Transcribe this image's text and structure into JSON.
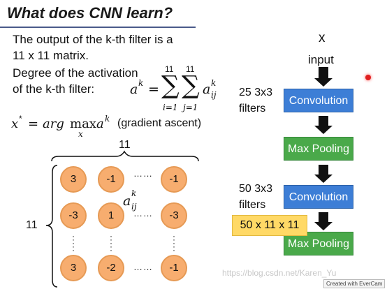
{
  "title": "What does CNN learn?",
  "left": {
    "line1": "The output of the k-th filter is a",
    "line2": "11 x 11 matrix.",
    "line3": "Degree of the activation",
    "line4": "of the k-th filter:",
    "formula_activation": {
      "lhs": "a",
      "lhs_sup": "k",
      "eq": "=",
      "sum_top_1": "11",
      "sum_bottom_1": "i=1",
      "sum_top_2": "11",
      "sum_bottom_2": "j=1",
      "term": "a",
      "term_sup": "k",
      "term_sub": "ij"
    },
    "formula_argmax": {
      "lhs": "x",
      "lhs_sup": "*",
      "eq": "=",
      "arg": "arg",
      "max": "max",
      "max_sub": "x",
      "a": "a",
      "a_sup": "k",
      "note": "(gradient ascent)"
    },
    "matrix": {
      "top_label": "11",
      "side_label": "11",
      "row1": [
        "3",
        "-1",
        "-1"
      ],
      "row2": [
        "-3",
        "1",
        "-3"
      ],
      "row3": [
        "3",
        "-2",
        "-1"
      ],
      "h_dots": "……",
      "aij": "a",
      "aij_sup": "k",
      "aij_sub": "ij"
    }
  },
  "right": {
    "input_var": "x",
    "input_label": "input",
    "filters1": "25 3x3",
    "filters1b": "filters",
    "conv1": "Convolution",
    "pool1": "Max Pooling",
    "filters2": "50 3x3",
    "filters2b": "filters",
    "conv2": "Convolution",
    "dim_badge": "50 x 11 x 11",
    "pool2": "Max Pooling"
  },
  "watermark": "https://blog.csdn.net/Karen_Yu",
  "evercam": "Created with EverCam",
  "colors": {
    "conv": "#3d7ed6",
    "pool": "#4aa94a",
    "node": "#f7ad6f",
    "badge": "#ffd966",
    "title_rule": "#4a5a8a"
  }
}
